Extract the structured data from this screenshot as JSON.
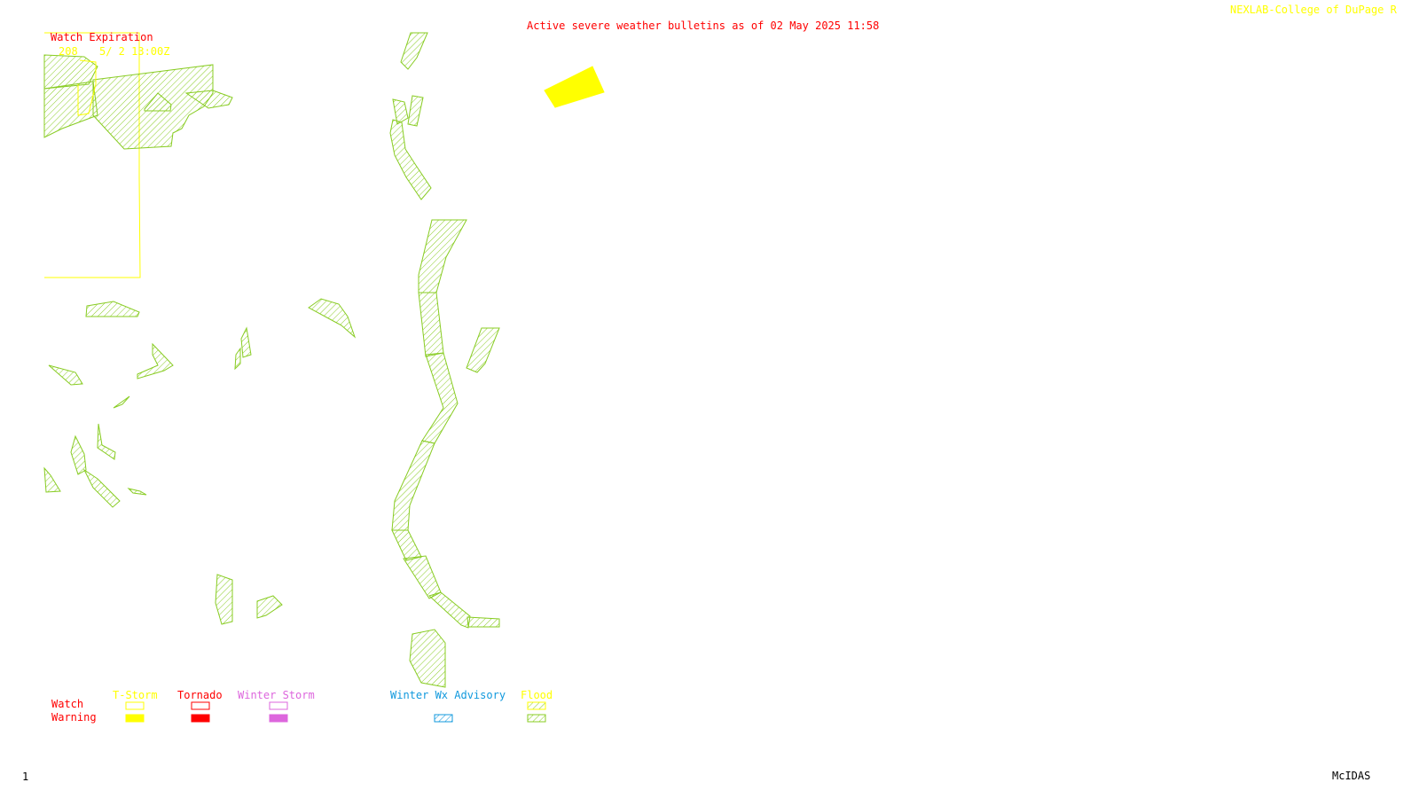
{
  "header": {
    "title": "Active severe weather bulletins as of 02 May 2025 11:58",
    "credit": "NEXLAB-College of DuPage R"
  },
  "watch_panel": {
    "heading": "Watch Expiration",
    "entries": [
      {
        "number": "208",
        "expires": "5/ 2 13:00Z"
      }
    ]
  },
  "legend": {
    "row_labels": {
      "watch": "Watch",
      "warning": "Warning"
    },
    "categories": [
      {
        "key": "tstorm",
        "label": "T-Storm",
        "color": "#ffff00",
        "has_watch": true,
        "has_warning": true
      },
      {
        "key": "tornado",
        "label": "Tornado",
        "color": "#ff0000",
        "has_watch": true,
        "has_warning": true
      },
      {
        "key": "winter",
        "label": "Winter Storm",
        "color": "#dd66dd",
        "has_watch": true,
        "has_warning": true
      },
      {
        "key": "winadv",
        "label": "Winter Wx Advisory",
        "color": "#1199dd",
        "has_watch": false,
        "has_warning": true
      },
      {
        "key": "flood",
        "label": "Flood",
        "color": "#88cc22",
        "has_watch": true,
        "has_warning": true
      }
    ]
  },
  "footer": {
    "frame": "1",
    "software": "McIDAS"
  },
  "colors": {
    "background": "#ffffff",
    "title": "#ff0000",
    "credit": "#ffff00",
    "watch_outline": "#ffff00",
    "tstorm_warning": "#ffff00",
    "flood_hatch": "#88cc22"
  },
  "map_features": {
    "tstorm_watch_count": 1,
    "tstorm_warning_count": 1,
    "flood_warning_count": 30
  }
}
